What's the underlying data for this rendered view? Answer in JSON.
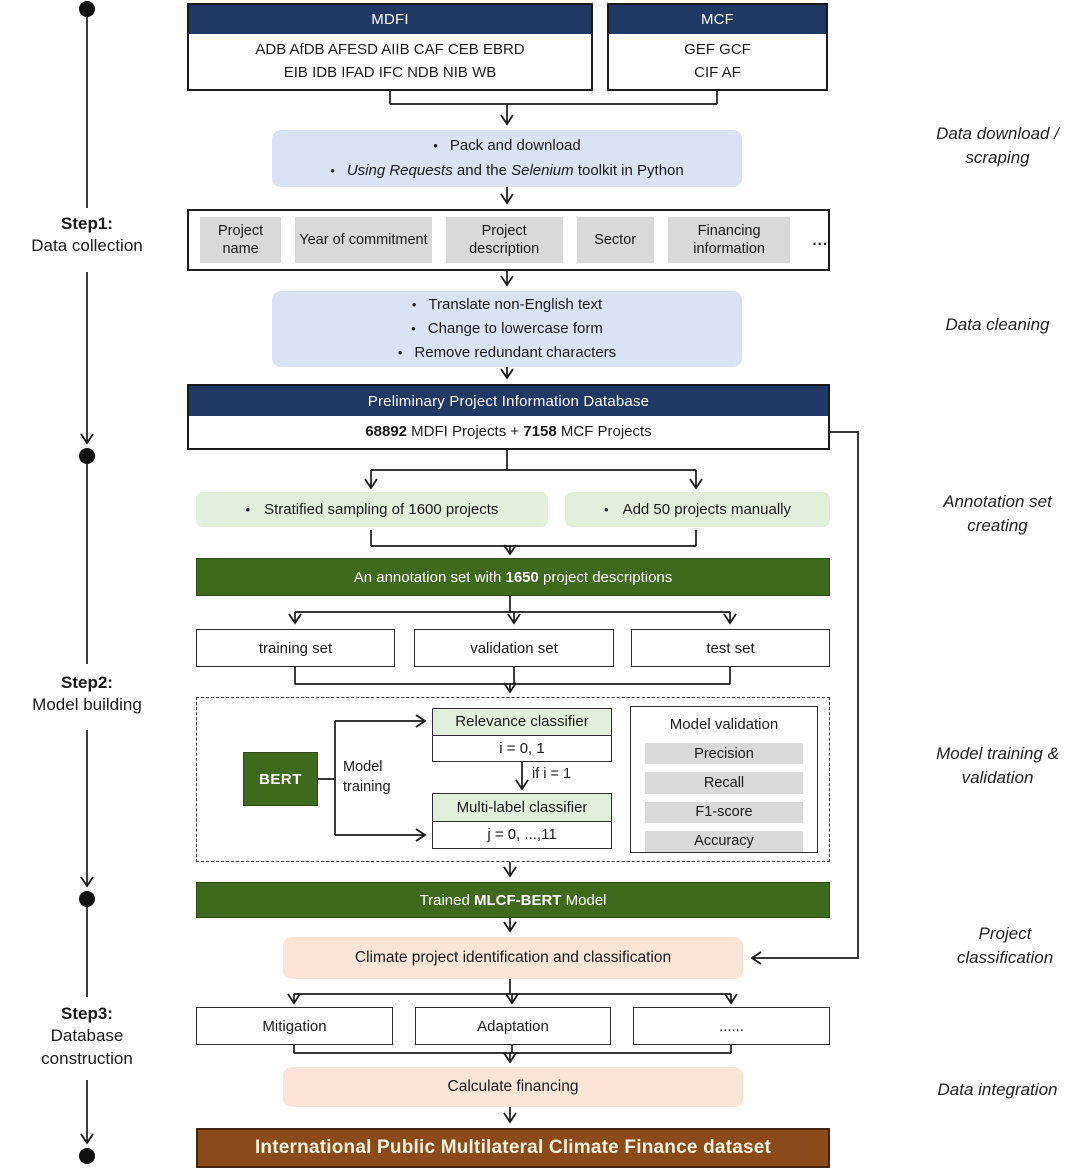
{
  "colors": {
    "navy": "#1f3864",
    "light_blue": "#dae3f3",
    "light_green": "#e2efda",
    "dark_green": "#3f6a1e",
    "peach": "#fbe5d6",
    "brown": "#8a4a1a",
    "cell_gray": "#d9d9d9",
    "line": "#1a1a1a"
  },
  "glyphs": {
    "bullet": "•"
  },
  "timeline": {
    "steps": [
      {
        "title": "Step1:",
        "subtitle": "Data collection"
      },
      {
        "title": "Step2:",
        "subtitle": "Model building"
      },
      {
        "title": "Step3:",
        "subtitle": "Database construction"
      }
    ]
  },
  "stage_labels": {
    "download": "Data download / scraping",
    "cleaning": "Data cleaning",
    "annotation": "Annotation set creating",
    "training": "Model training & validation",
    "classification": "Project classification",
    "integration": "Data integration"
  },
  "sources": {
    "mdfi": {
      "title": "MDFI",
      "line1": "ADB AfDB AFESD AIIB CAF CEB EBRD",
      "line2": "EIB IDB IFAD IFC NDB NIB WB"
    },
    "mcf": {
      "title": "MCF",
      "line1": "GEF GCF",
      "line2": "CIF AF"
    }
  },
  "download_box": {
    "bullet1": "Pack and download",
    "bullet2": {
      "i1": "Using Requests",
      "r1": " and the ",
      "i2": "Selenium",
      "r2": " toolkit in Python"
    }
  },
  "fields": {
    "cells": [
      "Project name",
      "Year of commitment",
      "Project description",
      "Sector",
      "Financing information"
    ],
    "more": "..."
  },
  "cleaning_box": {
    "bullets": [
      "Translate non-English text",
      "Change to lowercase form",
      "Remove redundant characters"
    ]
  },
  "database": {
    "header": "Preliminary Project Information Database",
    "count": {
      "n1": "68892",
      "mid": " MDFI Projects + ",
      "n2": "7158",
      "end": " MCF Projects"
    }
  },
  "sampling": {
    "left": "Stratified sampling of 1600 projects",
    "right": "Add 50 projects manually"
  },
  "annotation_bar": {
    "pre": "An annotation set with ",
    "bold": "1650",
    "post": " project descriptions"
  },
  "splits": [
    "training set",
    "validation set",
    "test set"
  ],
  "model": {
    "bert": "BERT",
    "training_label": "Model training",
    "relevance": {
      "title": "Relevance classifier",
      "value": "i = 0, 1"
    },
    "condition": "if i = 1",
    "multilabel": {
      "title": "Multi-label classifier",
      "value": "j = 0, ...,11"
    },
    "validation": {
      "title": "Model validation",
      "metrics": [
        "Precision",
        "Recall",
        "F1-score",
        "Accuracy"
      ]
    }
  },
  "trained_bar": {
    "pre": "Trained ",
    "bold": "MLCF-BERT",
    "post": " Model"
  },
  "classification_box": "Climate project identification and classification",
  "categories": [
    "Mitigation",
    "Adaptation",
    "......"
  ],
  "financing_box": "Calculate financing",
  "final_bar": "International Public Multilateral Climate Finance dataset"
}
